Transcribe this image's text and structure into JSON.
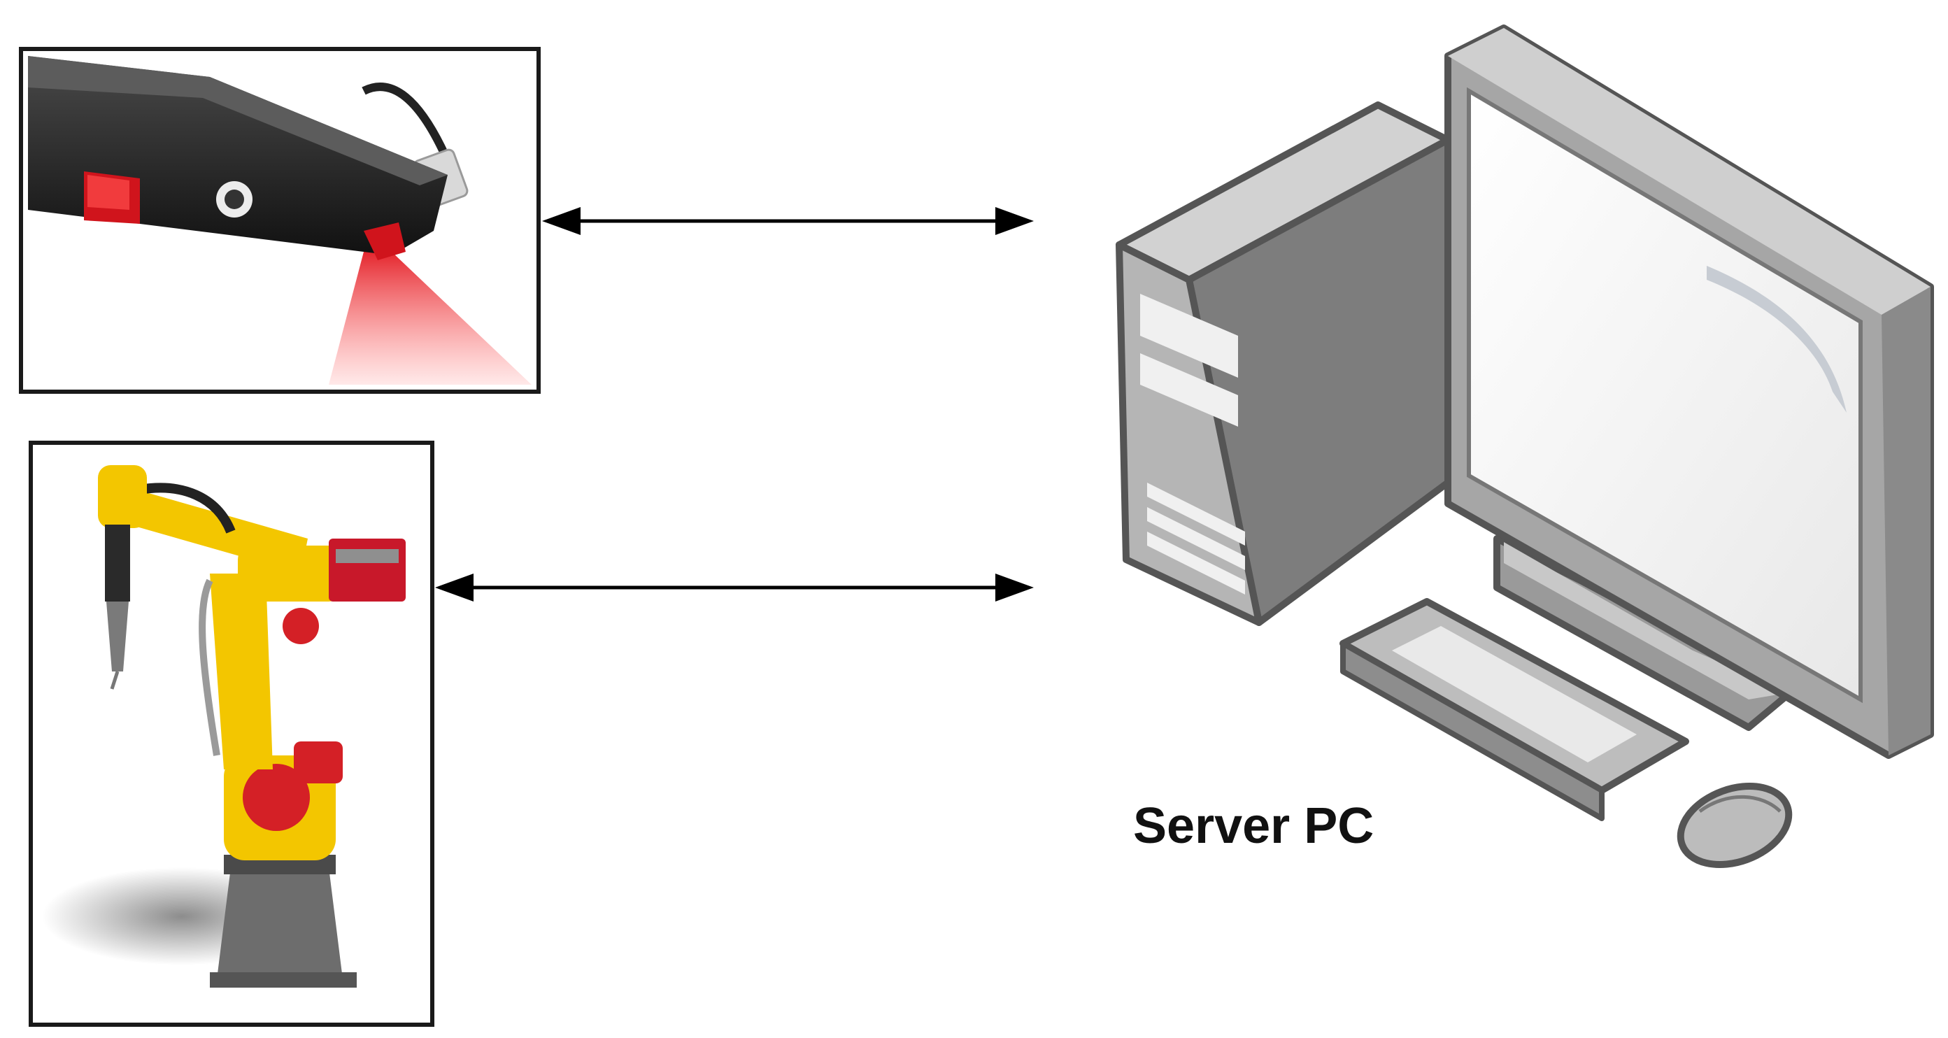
{
  "colors": {
    "background": "#ffffff",
    "frame": "#1a1a1a",
    "arrow": "#000000",
    "laser_red": "#e31b23",
    "robot_yellow": "#f3c600",
    "pc_gray": "#a9a9a9"
  },
  "nodes": [
    {
      "id": "laser-scanner",
      "icon": "laser-scanner-photo"
    },
    {
      "id": "welding-robot",
      "icon": "welding-robot-photo"
    },
    {
      "id": "server-pc",
      "icon": "desktop-computer-icon",
      "label": "Server PC"
    }
  ],
  "edges": [
    {
      "from": "laser-scanner",
      "to": "server-pc",
      "direction": "bidirectional"
    },
    {
      "from": "welding-robot",
      "to": "server-pc",
      "direction": "bidirectional"
    }
  ]
}
